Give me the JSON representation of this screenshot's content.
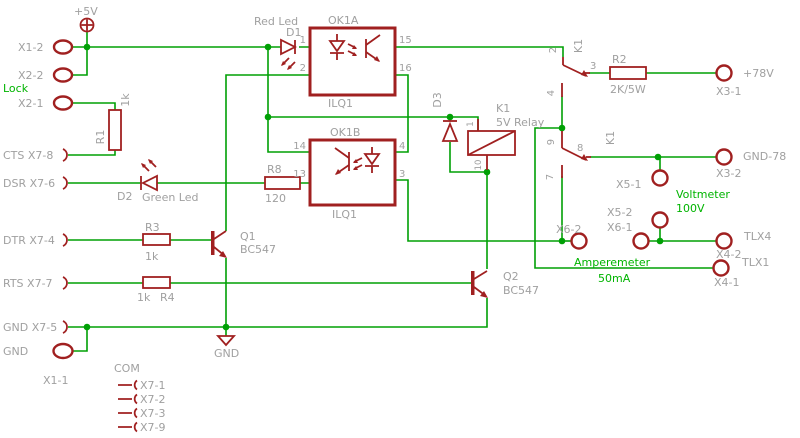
{
  "colors": {
    "background": "#ffffff",
    "wire_green": "#00a005",
    "component_red": "#a02020",
    "label_gray": "#a0a0a0",
    "net_label_green": "#00b400"
  },
  "texts": {
    "plus5v": "+5V",
    "x1_2": "X1-2",
    "x2_2": "X2-2",
    "lock": "Lock",
    "x2_1": "X2-1",
    "r1_value": "1k",
    "r1_name": "R1",
    "cts": "CTS X7-8",
    "dsr": "DSR X7-6",
    "d2_name": "D2",
    "d2_desc": "Green Led",
    "r8_name": "R8",
    "r8_value": "120",
    "dtr": "DTR X7-4",
    "r3_name": "R3",
    "r3_value": "1k",
    "q1_name": "Q1",
    "q1_value": "BC547",
    "rts": "RTS X7-7",
    "r4_value": "1k",
    "r4_name": "R4",
    "gnd_x7_5": "GND X7-5",
    "gnd_pad": "GND",
    "x1_1": "X1-1",
    "gnd_symbol": "GND",
    "com": "COM",
    "com_pins": [
      "X7-1",
      "X7-2",
      "X7-3",
      "X7-9"
    ],
    "red_led": "Red Led",
    "d1_name": "D1",
    "ok1a_name": "OK1A",
    "ok1a_value": "ILQ1",
    "ok1a_pin1": "1",
    "ok1a_pin2": "2",
    "ok1a_pin15": "15",
    "ok1a_pin16": "16",
    "ok1b_name": "OK1B",
    "ok1b_value": "ILQ1",
    "ok1b_pin14": "14",
    "ok1b_pin13": "13",
    "ok1b_pin4": "4",
    "ok1b_pin3": "3",
    "d3_name": "D3",
    "relay_name": "K1",
    "relay_value": "5V Relay",
    "relay_pin1": "1",
    "relay_pin10": "10",
    "k1a_name": "K1",
    "k1a_pin2": "2",
    "k1a_pin3": "3",
    "k1a_pin4": "4",
    "r2_name": "R2",
    "r2_value": "2K/5W",
    "plus78v": "+78V",
    "x3_1": "X3-1",
    "k1b_name": "K1",
    "k1b_pin9": "9",
    "k1b_pin8": "8",
    "k1b_pin7": "7",
    "gnd78": "GND-78",
    "x3_2": "X3-2",
    "x5_1": "X5-1",
    "voltmeter": "Voltmeter",
    "voltmeter_value": "100V",
    "x5_2": "X5-2",
    "x6_1": "X6-1",
    "x6_2": "X6-2",
    "tlx4": "TLX4",
    "x4_2": "X4-2",
    "tlx1": "TLX1",
    "x4_1": "X4-1",
    "amperemeter": "Amperemeter",
    "amperemeter_value": "50mA",
    "q2_name": "Q2",
    "q2_value": "BC547"
  }
}
